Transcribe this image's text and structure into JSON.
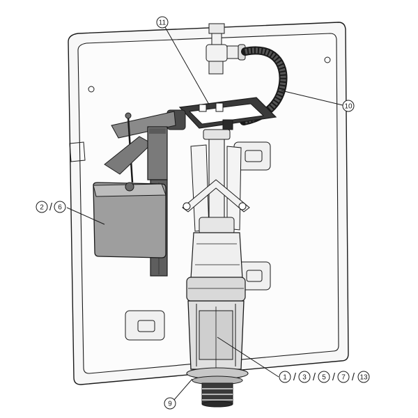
{
  "callouts": {
    "c11": "11",
    "c10": "10",
    "c2": "2",
    "c6": "6",
    "c1": "1",
    "c3": "3",
    "c5": "5",
    "c7": "7",
    "c13": "13",
    "c9": "9",
    "separator": "/"
  },
  "colors": {
    "line": "#1a1a1a",
    "tank_fill": "#fafafa",
    "float_fill": "#9a9a9a",
    "valve_fill": "#6e6e6e",
    "dark_part": "#2b2b2b",
    "light_part": "#d6d6d6"
  }
}
